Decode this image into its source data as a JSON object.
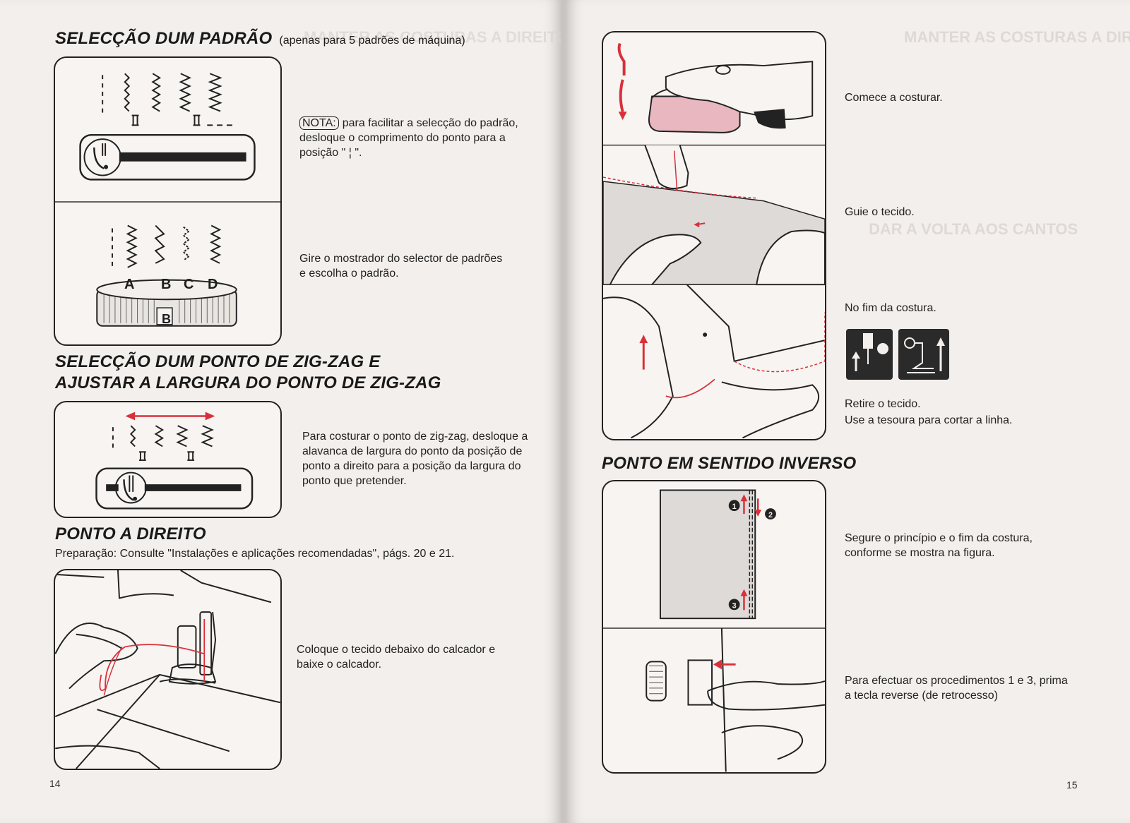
{
  "left_page": {
    "section1": {
      "title": "SELECÇÃO DUM PADRÃO",
      "subtitle": "(apenas para 5 padrões de máquina)",
      "nota_label": "NOTA:",
      "nota_text": "para facilitar a selecção do padrão, desloque o comprimento do ponto para a posição \" ¦ \".",
      "dial_text": "Gire o mostrador do selector de padrões e escolha o padrão.",
      "dial_letters": [
        "A",
        "B",
        "C",
        "D"
      ],
      "dial_label": "B"
    },
    "section2": {
      "title_line1": "SELECÇÃO DUM PONTO DE ZIG-ZAG E",
      "title_line2": "AJUSTAR A LARGURA DO PONTO DE ZIG-ZAG",
      "text": "Para costurar o ponto de zig-zag, desloque a alavanca de largura do ponto da posição de ponto a direito para a posição da largura do ponto que pretender."
    },
    "section3": {
      "title": "PONTO A DIREITO",
      "preparation": "Preparação: Consulte \"Instalações e aplicações recomendadas\", págs. 20 e 21.",
      "text": "Coloque o tecido debaixo do calcador e baixe o calcador."
    },
    "page_number": "14"
  },
  "right_page": {
    "steps": {
      "start": "Comece a costurar.",
      "guide": "Guie o tecido.",
      "end": "No fim da costura.",
      "remove_line1": "Retire o tecido.",
      "remove_line2": "Use a tesoura para cortar a linha."
    },
    "reverse": {
      "title": "PONTO EM SENTIDO INVERSO",
      "hold_text": "Segure o princípio e o fim da costura, conforme se mostra na figura.",
      "press_text": "Para efectuar os procedimentos 1 e 3, prima a tecla reverse (de retrocesso)"
    },
    "page_number": "15"
  },
  "colors": {
    "paper": "#f3efec",
    "ink": "#1d1d1d",
    "accent_red": "#d8303a",
    "pedal_pink": "#e8b7bf",
    "fabric_gray": "#dedad7"
  }
}
